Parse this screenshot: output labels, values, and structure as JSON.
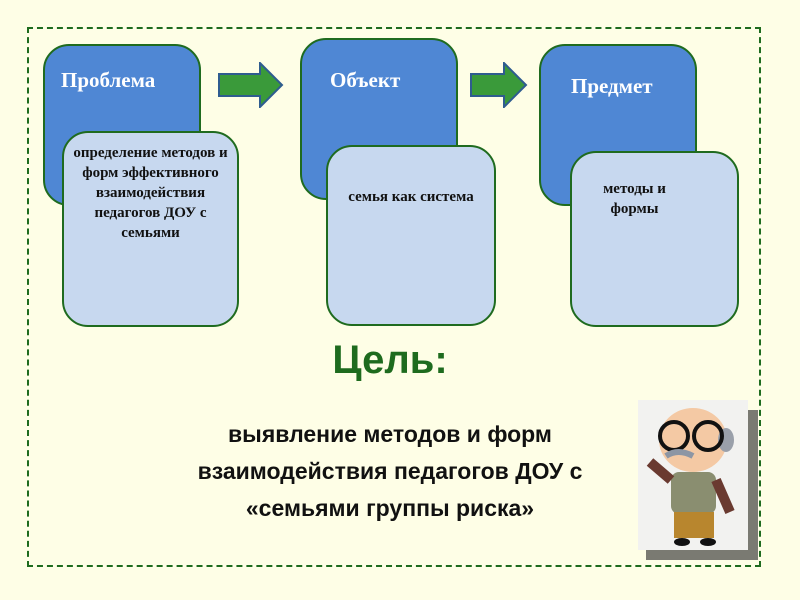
{
  "boxes": [
    {
      "title": "Проблема",
      "text": "определение методов и форм эффективного взаимодействия педагогов ДОУ с семьями"
    },
    {
      "title": "Объект",
      "text": "семья как система"
    },
    {
      "title": "Предмет",
      "text": "методы и формы"
    }
  ],
  "goal": {
    "heading": "Цель:",
    "text": "выявление методов и форм взаимодействия педагогов ДОУ с «семьями группы риска»"
  },
  "colors": {
    "accent": "#1E6B1E",
    "box": "#4F87D4",
    "inner": "#C7D8EF"
  }
}
